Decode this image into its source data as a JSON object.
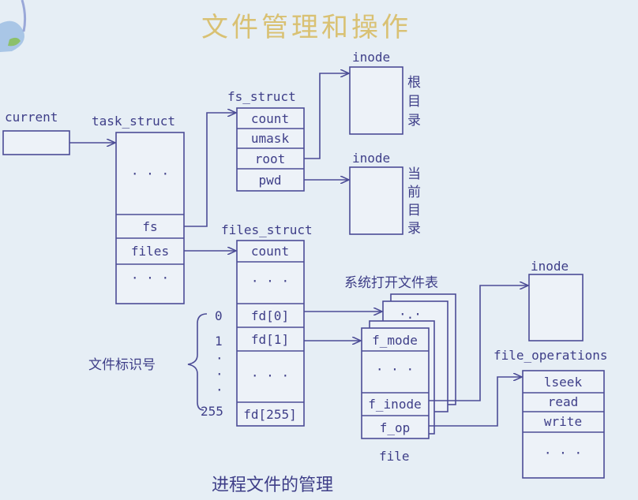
{
  "title": "文件管理和操作",
  "caption": "进程文件的管理",
  "current": {
    "label": "current"
  },
  "task_struct": {
    "label": "task_struct",
    "rows": [
      "· · ·",
      "fs",
      "files",
      "· · ·"
    ]
  },
  "fs_struct": {
    "label": "fs_struct",
    "rows": [
      "count",
      "umask",
      "root",
      "pwd"
    ]
  },
  "inode_root": {
    "label": "inode",
    "note": [
      "根",
      "目",
      "录"
    ]
  },
  "inode_pwd": {
    "label": "inode",
    "note": [
      "当",
      "前",
      "目",
      "录"
    ]
  },
  "files_struct": {
    "label": "files_struct",
    "rows": [
      "count",
      "· · ·",
      "fd[0]",
      "fd[1]",
      "· · ·",
      "fd[255]"
    ]
  },
  "fd_indices": [
    "0",
    "1",
    "·",
    "·",
    "·",
    "255"
  ],
  "fd_label": "文件标识号",
  "open_file_table": {
    "label": "系统打开文件表",
    "dots": "·.·"
  },
  "file": {
    "label": "file",
    "rows": [
      "f_mode",
      "· · ·",
      "f_inode",
      "f_op"
    ]
  },
  "inode_file": {
    "label": "inode"
  },
  "file_operations": {
    "label": "file_operations",
    "rows": [
      "lseek",
      "read",
      "write",
      "· · ·"
    ]
  }
}
